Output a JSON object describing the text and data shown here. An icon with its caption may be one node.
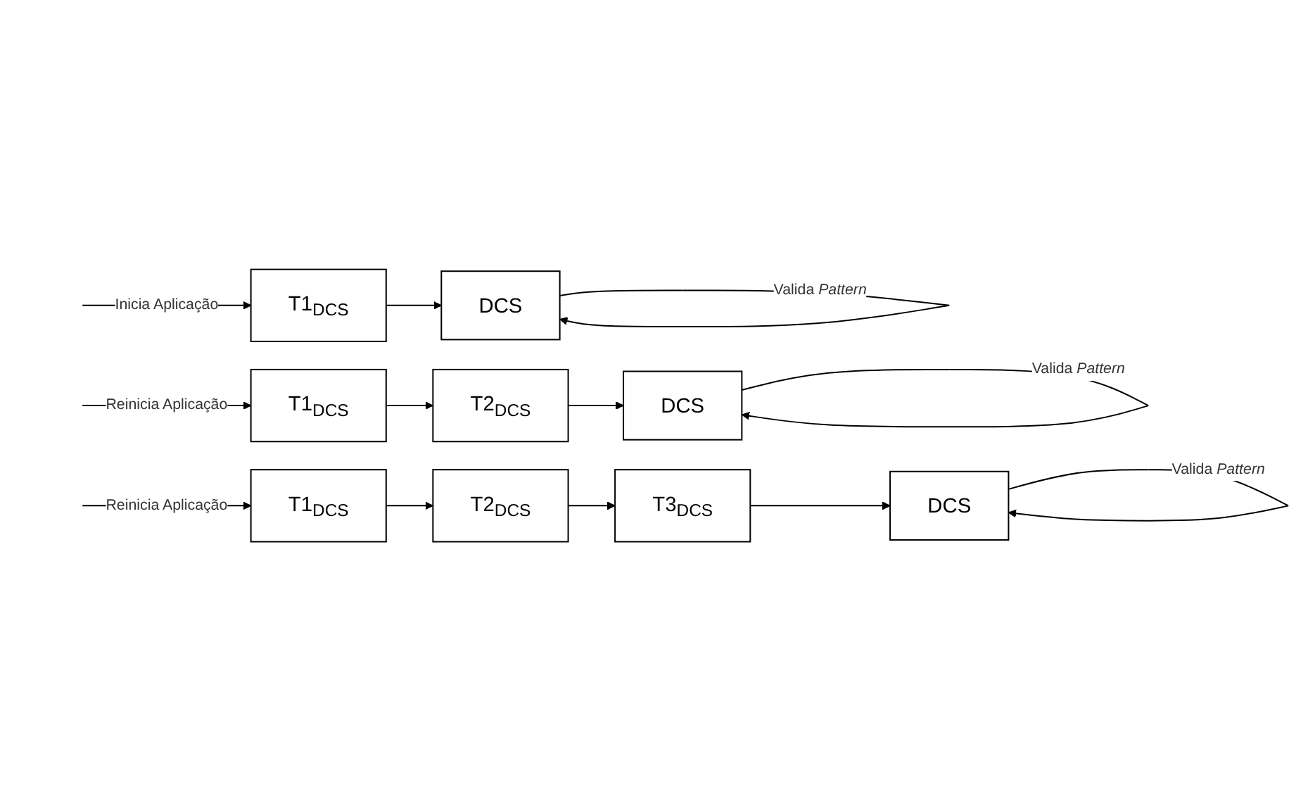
{
  "diagram": {
    "nodes": [
      {
        "text": [
          "T1$_{DCS}$"
        ]
      },
      {
        "text": [
          "DCS"
        ]
      },
      {
        "text": [
          "T1$_{DCS}$"
        ]
      },
      {
        "text": [
          "T2$_{DCS}$"
        ]
      },
      {
        "text": [
          "DCS"
        ]
      },
      {
        "text": [
          "T1$_{DCS}$"
        ]
      },
      {
        "text": [
          "T2$_{DCS}$"
        ]
      },
      {
        "text": [
          "T3$_{DCS}$"
        ]
      },
      {
        "text": [
          "DCS"
        ]
      }
    ],
    "edges": [
      {
        "from": null,
        "to": 0,
        "arrow": "to",
        "label": "Inicia Aplicação"
      },
      {
        "from": 0,
        "to": 1,
        "arrow": "to"
      },
      {
        "from": 1,
        "to": 1,
        "arrow": "to",
        "label": "Valida *Pattern*"
      },
      {
        "from": null,
        "to": 2,
        "arrow": "to",
        "label": "Reinicia Aplicação"
      },
      {
        "from": 2,
        "to": 3,
        "arrow": "to"
      },
      {
        "from": 3,
        "to": 4,
        "arrow": "to"
      },
      {
        "from": 4,
        "to": 4,
        "arrow": "to",
        "label": "Valida *Pattern*"
      },
      {
        "from": null,
        "to": 5,
        "arrow": "to",
        "label": "Reinicia Aplicação"
      },
      {
        "from": 5,
        "to": 6,
        "arrow": "to"
      },
      {
        "from": 6,
        "to": 7,
        "arrow": "to"
      },
      {
        "from": 7,
        "to": 8,
        "arrow": "to"
      },
      {
        "from": 8,
        "to": 8,
        "arrow": "to",
        "label": "Valida *Pattern*"
      }
    ]
  }
}
